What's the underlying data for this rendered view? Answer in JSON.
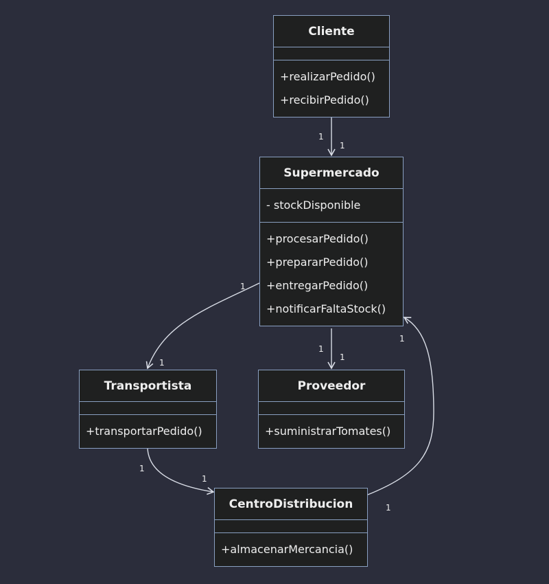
{
  "colors": {
    "background": "#2b2d3b",
    "box_fill": "#1f2020",
    "box_border": "#8aa0c2",
    "text": "#eeeeee",
    "edge": "#d9dde6"
  },
  "classes": {
    "cliente": {
      "name": "Cliente",
      "attributes": [],
      "methods": [
        "+realizarPedido()",
        "+recibirPedido()"
      ]
    },
    "supermercado": {
      "name": "Supermercado",
      "attributes": [
        "- stockDisponible"
      ],
      "methods": [
        "+procesarPedido()",
        "+prepararPedido()",
        "+entregarPedido()",
        "+notificarFaltaStock()"
      ]
    },
    "transportista": {
      "name": "Transportista",
      "attributes": [],
      "methods": [
        "+transportarPedido()"
      ]
    },
    "proveedor": {
      "name": "Proveedor",
      "attributes": [],
      "methods": [
        "+suministrarTomates()"
      ]
    },
    "centro": {
      "name": "CentroDistribucion",
      "attributes": [],
      "methods": [
        "+almacenarMercancia()"
      ]
    }
  },
  "relations": [
    {
      "from": "Cliente",
      "to": "Supermercado",
      "from_mult": "1",
      "to_mult": "1"
    },
    {
      "from": "Supermercado",
      "to": "Transportista",
      "from_mult": "1",
      "to_mult": "1"
    },
    {
      "from": "Supermercado",
      "to": "Proveedor",
      "from_mult": "1",
      "to_mult": "1"
    },
    {
      "from": "Transportista",
      "to": "CentroDistribucion",
      "from_mult": "1",
      "to_mult": "1"
    },
    {
      "from": "CentroDistribucion",
      "to": "Supermercado",
      "from_mult": "1",
      "to_mult": "1"
    }
  ]
}
